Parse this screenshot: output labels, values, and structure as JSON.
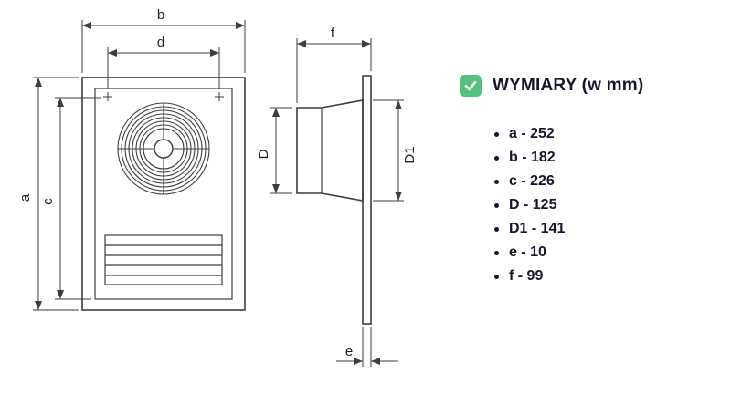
{
  "panel": {
    "title": "WYMIARY (w mm)",
    "items": [
      {
        "text": "a - 252"
      },
      {
        "text": "b - 182"
      },
      {
        "text": "c - 226"
      },
      {
        "text": "D - 125"
      },
      {
        "text": "D1 - 141"
      },
      {
        "text": "e - 10"
      },
      {
        "text": "f - 99"
      }
    ]
  },
  "diagram": {
    "labels": {
      "a": "a",
      "b": "b",
      "c": "c",
      "d": "d",
      "D": "D",
      "D1": "D1",
      "e": "e",
      "f": "f"
    }
  },
  "colors": {
    "accent": "#55c17e",
    "line": "#3d3d3d",
    "text": "#15162b"
  }
}
